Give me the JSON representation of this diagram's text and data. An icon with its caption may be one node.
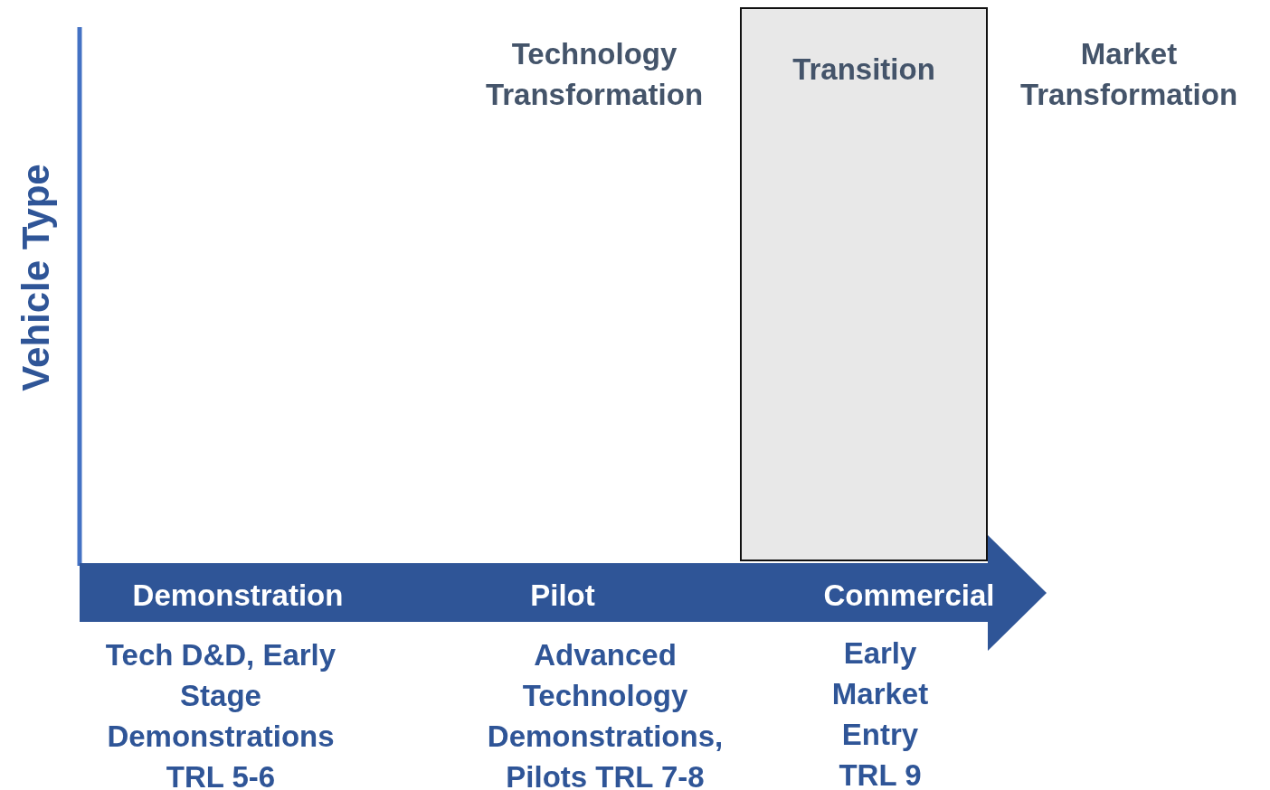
{
  "diagram": {
    "nodes": [
      {
        "text": [
          "Transition"
        ]
      },
      {
        "text": [
          "Demonstration",
          "Pilot",
          "Commercial"
        ]
      }
    ],
    "labels": [
      "Technology Transformation",
      "Market Transformation",
      "Vehicle Type",
      "Tech D&D, Early Stage Demonstrations TRL 5-6",
      "Advanced Technology Demonstrations, Pilots TRL 7-8",
      "Early Market Entry TRL 9"
    ]
  }
}
